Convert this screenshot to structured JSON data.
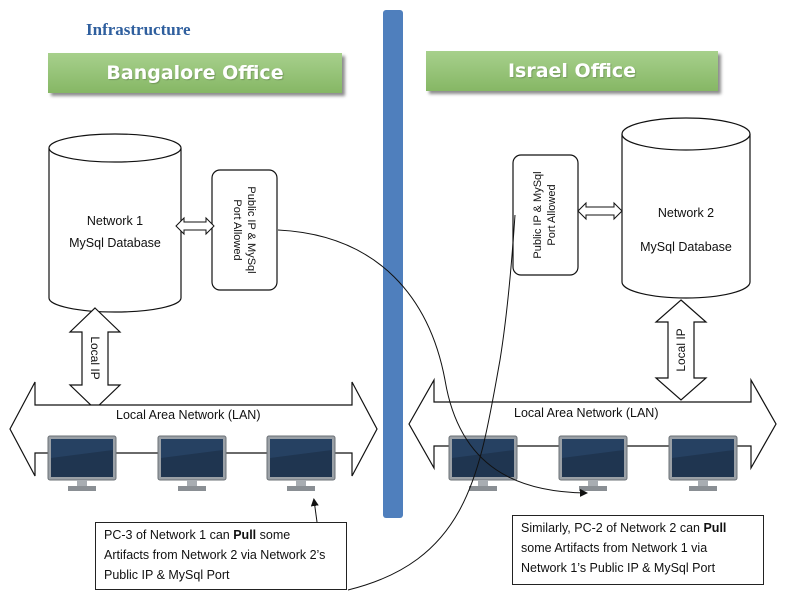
{
  "title": "Infrastructure",
  "left": {
    "banner": "Bangalore Office",
    "db_line1": "Network 1",
    "db_line2": "MySql Database",
    "port_box_line1": "Public IP & MySql",
    "port_box_line2": "Port Allowed",
    "local_ip": "Local IP",
    "lan": "Local Area Network (LAN)"
  },
  "right": {
    "banner": "Israel Office",
    "db_line1": "Network 2",
    "db_line2": "MySql Database",
    "port_box_line1": "Public IP & MySql",
    "port_box_line2": "Port Allowed",
    "local_ip": "Local IP",
    "lan": "Local Area Network (LAN)"
  },
  "callout_left": {
    "pre": "PC-3 of Network 1 can ",
    "bold": "Pull",
    "post": " some Artifacts from Network 2 via Network 2’s Public IP & MySql Port"
  },
  "callout_right": {
    "pre": "Similarly, PC-2 of Network 2 can ",
    "bold": "Pull",
    "post": " some Artifacts from Network 1 via Network 1’s Public IP & MySql Port"
  },
  "colors": {
    "title": "#2f5f9e",
    "divider": "#4f7fbd",
    "banner": "#93c273",
    "monitor_screen": "#1f3550",
    "monitor_frame": "#8a8f94"
  }
}
